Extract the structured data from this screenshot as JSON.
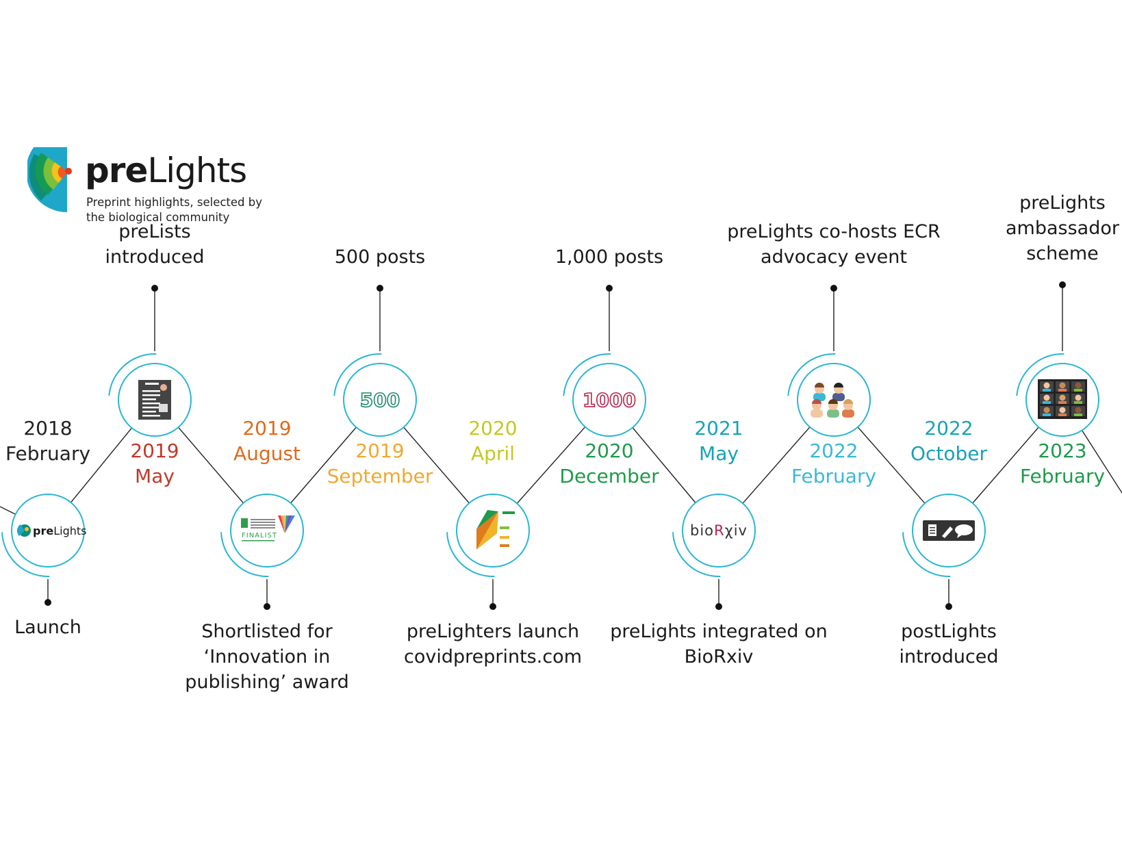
{
  "logo": {
    "word_bold": "pre",
    "word_light": "Lights",
    "tagline_line1": "Preprint highlights, selected by",
    "tagline_line2": "the biological community"
  },
  "colors": {
    "ring": "#29b6d3",
    "line": "#222222",
    "dot": "#111111"
  },
  "milestones": [
    {
      "position": "bottom",
      "year": "2018",
      "month": "February",
      "color": "#222222",
      "event": [
        "Launch"
      ],
      "icon": "prelights-logo-icon"
    },
    {
      "position": "top",
      "year": "2019",
      "month": "May",
      "color": "#c0392b",
      "event": [
        "preLists",
        "introduced"
      ],
      "icon": "document-icon"
    },
    {
      "position": "bottom",
      "year": "2019",
      "month": "August",
      "color": "#e06a1b",
      "event": [
        "Shortlisted for",
        "‘Innovation in",
        "publishing’ award"
      ],
      "icon": "finalist-badge-icon",
      "badge_text": "FINALIST"
    },
    {
      "position": "top",
      "year": "2019",
      "month": "September",
      "color": "#f0a830",
      "event": [
        "500 posts"
      ],
      "icon": "number-500-icon",
      "icon_text": "500",
      "icon_color": "#1d8a6e"
    },
    {
      "position": "bottom",
      "year": "2020",
      "month": "April",
      "color": "#c5c820",
      "event": [
        "preLighters launch",
        "covidpreprints.com"
      ],
      "icon": "covidpreprints-logo-icon"
    },
    {
      "position": "top",
      "year": "2020",
      "month": "December",
      "color": "#1e9a4a",
      "event": [
        "1,000 posts"
      ],
      "icon": "number-1000-icon",
      "icon_text": "1000",
      "icon_color": "#b5234a"
    },
    {
      "position": "bottom",
      "year": "2021",
      "month": "May",
      "color": "#16a3b4",
      "event": [
        "preLights integrated on",
        "BioRxiv"
      ],
      "icon": "biorxiv-logo-icon",
      "icon_text_a": "bio",
      "icon_text_b": "R",
      "icon_text_c": "χiv"
    },
    {
      "position": "top",
      "year": "2022",
      "month": "February",
      "color": "#3ab8d8",
      "event": [
        "preLights co-hosts ECR",
        "advocacy event"
      ],
      "icon": "people-group-icon"
    },
    {
      "position": "bottom",
      "year": "2022",
      "month": "October",
      "color": "#16a3b4",
      "event": [
        "postLights",
        "introduced"
      ],
      "icon": "document-pen-comment-icon"
    },
    {
      "position": "top",
      "year": "2023",
      "month": "February",
      "color": "#1e9a4a",
      "event": [
        "preLights",
        "ambassador",
        "scheme"
      ],
      "icon": "video-call-grid-icon"
    }
  ]
}
